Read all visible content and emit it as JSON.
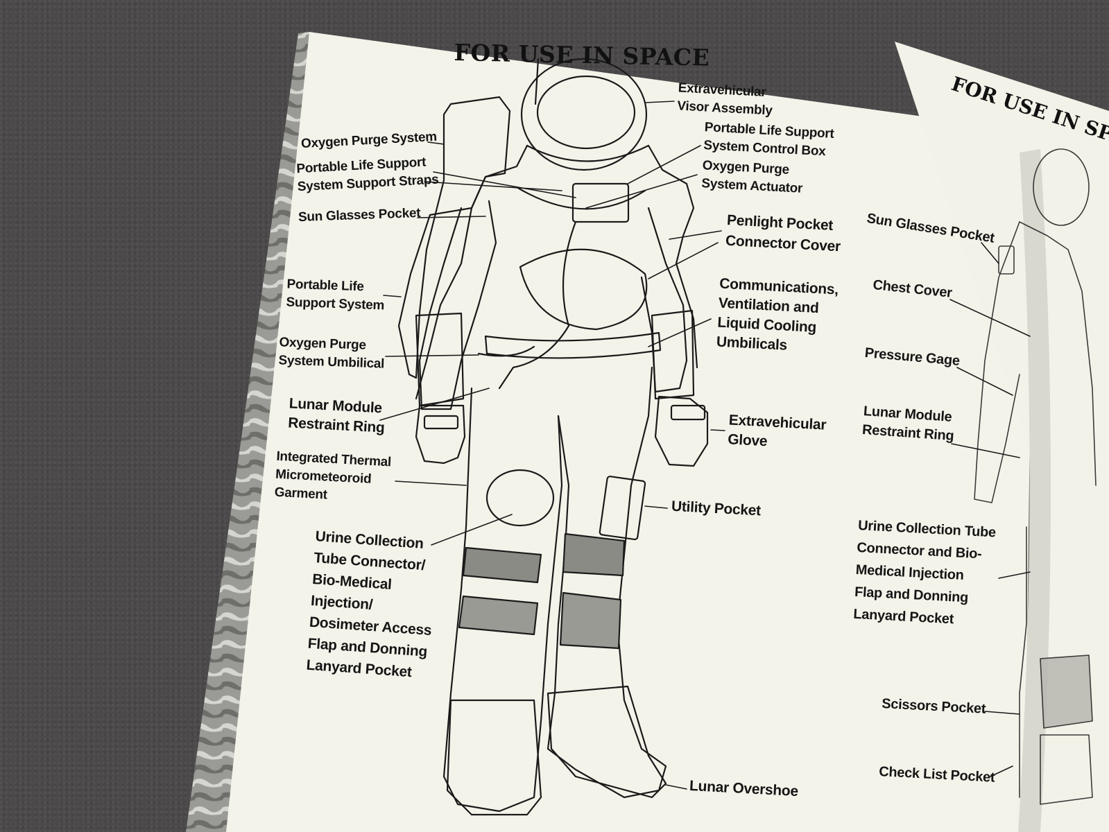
{
  "page": {
    "title": "FOR USE IN SPACE",
    "title_right": "FOR USE IN SPACE"
  },
  "labels_left": {
    "oxygen_purge_system": "Oxygen Purge System",
    "plss_support_straps": "Portable Life Support\nSystem Support Straps",
    "sun_glasses_pocket": "Sun Glasses Pocket",
    "plss": "Portable Life\nSupport System",
    "oxygen_purge_umbilical": "Oxygen Purge\nSystem Umbilical",
    "lunar_module_restraint_ring": "Lunar Module\nRestraint Ring",
    "itmg": "Integrated Thermal\nMicrometeoroid\nGarment",
    "urine_collection": "Urine Collection\nTube Connector/\nBio-Medical\nInjection/\nDosimeter Access\nFlap and Donning\nLanyard Pocket"
  },
  "labels_right_of_suit": {
    "ev_visor": "Extravehicular\nVisor Assembly",
    "plss_control_box": "Portable Life Support\nSystem Control Box",
    "oxygen_purge_actuator": "Oxygen Purge\nSystem Actuator",
    "penlight_pocket": "Penlight Pocket",
    "connector_cover": "Connector Cover",
    "umbilicals": "Communications,\nVentilation and\nLiquid Cooling\nUmbilicals",
    "ev_glove": "Extravehicular\nGlove",
    "utility_pocket": "Utility Pocket",
    "lunar_overshoe": "Lunar Overshoe"
  },
  "labels_right_page": {
    "sun_glasses_pocket": "Sun Glasses Pocket",
    "chest_cover": "Chest Cover",
    "pressure_gage": "Pressure Gage",
    "lunar_module_restraint_ring": "Lunar Module\nRestraint Ring",
    "urine_collection": "Urine Collection Tube\nConnector and Bio-\nMedical Injection\nFlap and Donning\nLanyard Pocket",
    "scissors_pocket": "Scissors Pocket",
    "check_list_pocket": "Check List Pocket"
  }
}
